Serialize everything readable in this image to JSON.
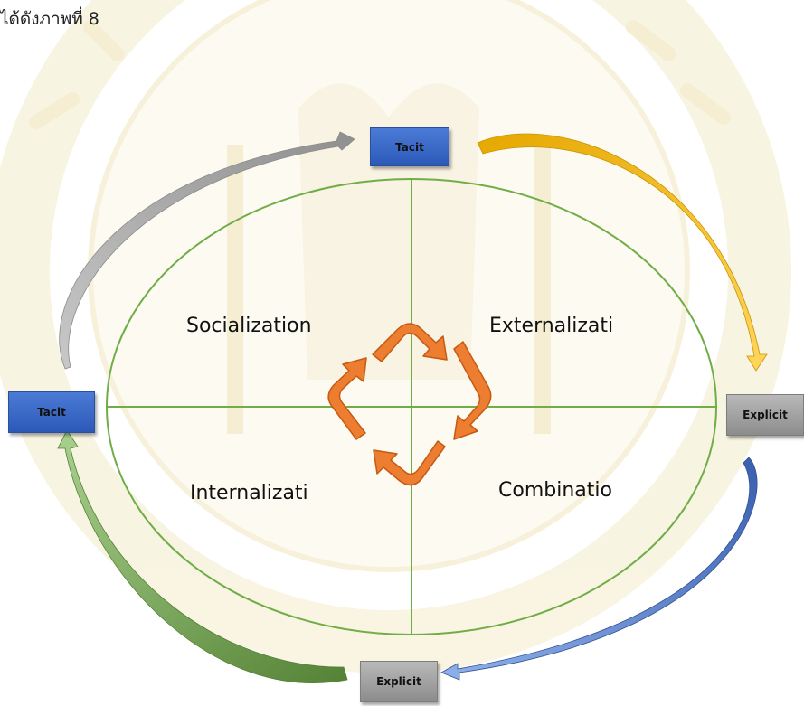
{
  "intro_text": "ได้ดังภาพที่ 8",
  "quadrants": {
    "top_left": "Socialization",
    "top_right": "Externalizati",
    "bottom_left": "Internalizati",
    "bottom_right": "Combinatio"
  },
  "boxes": {
    "top": "Tacit",
    "left": "Tacit",
    "right": "Explicit",
    "bottom": "Explicit"
  },
  "colors": {
    "ellipse": "#70ad47",
    "center_arrows": "#ed7d31",
    "tacit_box": "#2f5fc4",
    "explicit_box": "#a5a5a5",
    "arrow_gray": "#a6a6a6",
    "arrow_gold": "#ffc000",
    "arrow_blue": "#4472c4",
    "arrow_green": "#70ad47",
    "watermark": "#f2e6b3"
  }
}
